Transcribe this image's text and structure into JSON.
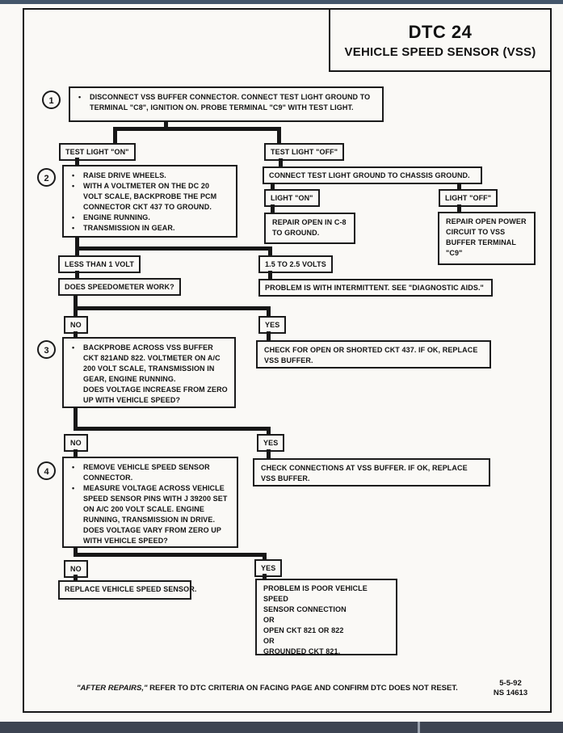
{
  "header": {
    "dtc": "DTC 24",
    "title": "VEHICLE SPEED SENSOR (VSS)"
  },
  "flowchart": {
    "step1": {
      "number": "1",
      "bullets": [
        "DISCONNECT VSS BUFFER CONNECTOR. CONNECT TEST LIGHT GROUND TO TERMINAL \"C8\", IGNITION ON. PROBE TERMINAL \"C9\" WITH TEST LIGHT."
      ]
    },
    "test_light_on": "TEST LIGHT \"ON\"",
    "test_light_off": "TEST LIGHT \"OFF\"",
    "step2": {
      "number": "2",
      "bullets": [
        "RAISE DRIVE WHEELS.",
        "WITH A VOLTMETER ON THE DC 20 VOLT SCALE, BACKPROBE THE PCM CONNECTOR CKT 437 TO GROUND.",
        "ENGINE RUNNING.",
        "TRANSMISSION IN GEAR."
      ]
    },
    "connect_chassis": "CONNECT TEST LIGHT GROUND TO CHASSIS GROUND.",
    "light_on": "LIGHT \"ON\"",
    "light_off": "LIGHT \"OFF\"",
    "repair_open_c8": "REPAIR OPEN IN C-8 TO GROUND.",
    "repair_open_power": "REPAIR OPEN POWER CIRCUIT TO VSS BUFFER TERMINAL \"C9\"",
    "less_than_1v": "LESS THAN 1 VOLT",
    "volts_1_5_to_2_5": "1.5 TO 2.5 VOLTS",
    "speedometer_question": "DOES SPEEDOMETER WORK?",
    "intermittent": "PROBLEM IS WITH INTERMITTENT. SEE \"DIAGNOSTIC AIDS.\"",
    "no_label": "NO",
    "yes_label": "YES",
    "step3": {
      "number": "3",
      "bullets": [
        "BACKPROBE ACROSS VSS BUFFER CKT 821AND 822. VOLTMETER ON A/C 200 VOLT SCALE, TRANSMISSION IN GEAR, ENGINE RUNNING."
      ],
      "question": "DOES VOLTAGE INCREASE FROM ZERO UP WITH VEHICLE SPEED?"
    },
    "check_ckt437": "CHECK FOR OPEN OR SHORTED CKT 437. IF OK, REPLACE VSS BUFFER.",
    "step4": {
      "number": "4",
      "bullets": [
        "REMOVE VEHICLE SPEED SENSOR CONNECTOR.",
        "MEASURE VOLTAGE ACROSS VEHICLE SPEED SENSOR PINS WITH J 39200 SET ON A/C 200 VOLT SCALE. ENGINE RUNNING, TRANSMISSION IN DRIVE. DOES VOLTAGE VARY FROM ZERO UP WITH VEHICLE SPEED?"
      ]
    },
    "check_connections": "CHECK CONNECTIONS AT VSS BUFFER. IF OK, REPLACE VSS BUFFER.",
    "replace_vss": "REPLACE VEHICLE SPEED SENSOR.",
    "problem_box": {
      "lines": [
        "PROBLEM IS POOR VEHICLE SPEED",
        "SENSOR CONNECTION",
        "OR",
        "OPEN CKT 821 OR 822",
        "OR",
        "GROUNDED CKT 821."
      ]
    }
  },
  "footer": {
    "note_italic": "\"AFTER REPAIRS,\"",
    "note_rest": " REFER TO DTC CRITERIA ON FACING PAGE AND CONFIRM DTC DOES NOT RESET.",
    "date": "5-5-92",
    "ref": "NS 14613"
  },
  "colors": {
    "top_bar": "#44566a",
    "bottom_bar": "#3d4452",
    "ink": "#161616",
    "paper": "#faf9f6"
  }
}
